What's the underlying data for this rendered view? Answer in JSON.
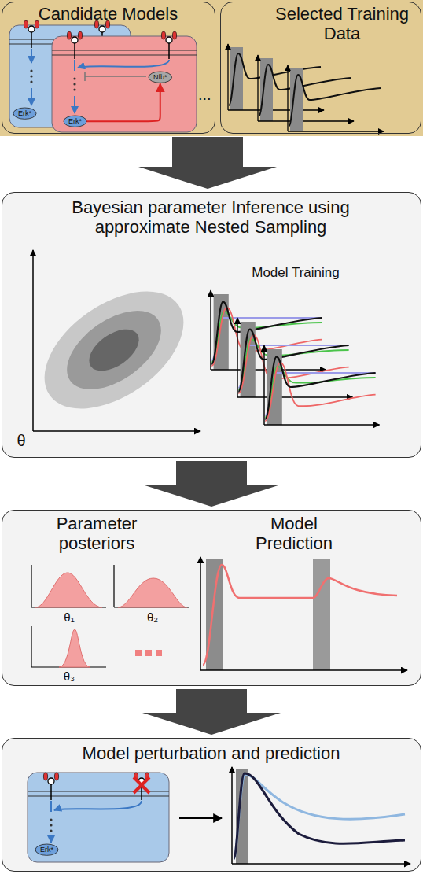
{
  "diagram": {
    "nodes": [
      {
        "text": [
          "Candidate Models"
        ]
      },
      {
        "text": [
          "Erk*"
        ],
        "in": 0
      },
      {
        "text": [
          "Nfb*"
        ],
        "in": 0
      },
      {
        "text": [
          "Erk*"
        ],
        "in": 0
      },
      {
        "text": [
          "Selected Training Data"
        ]
      },
      {
        "text": [
          "Bayesian parameter Inference using approximate Nested Sampling",
          "Model Training",
          "θ"
        ]
      },
      {
        "text": [
          "Parameter posteriors",
          "Model Prediction",
          "θ₁",
          "θ₂",
          "θ₃"
        ]
      },
      {
        "text": [
          "Model perturbation and prediction"
        ]
      },
      {
        "text": [
          "Erk*"
        ],
        "in": 7
      }
    ],
    "edges": [
      {
        "from": 3,
        "to": 2,
        "arrow": "to"
      },
      {
        "from": 0,
        "to": 5,
        "arrow": "to"
      },
      {
        "from": 5,
        "to": 6,
        "arrow": "to"
      },
      {
        "from": 6,
        "to": 7,
        "arrow": "to"
      }
    ],
    "labels": [
      "..."
    ]
  }
}
